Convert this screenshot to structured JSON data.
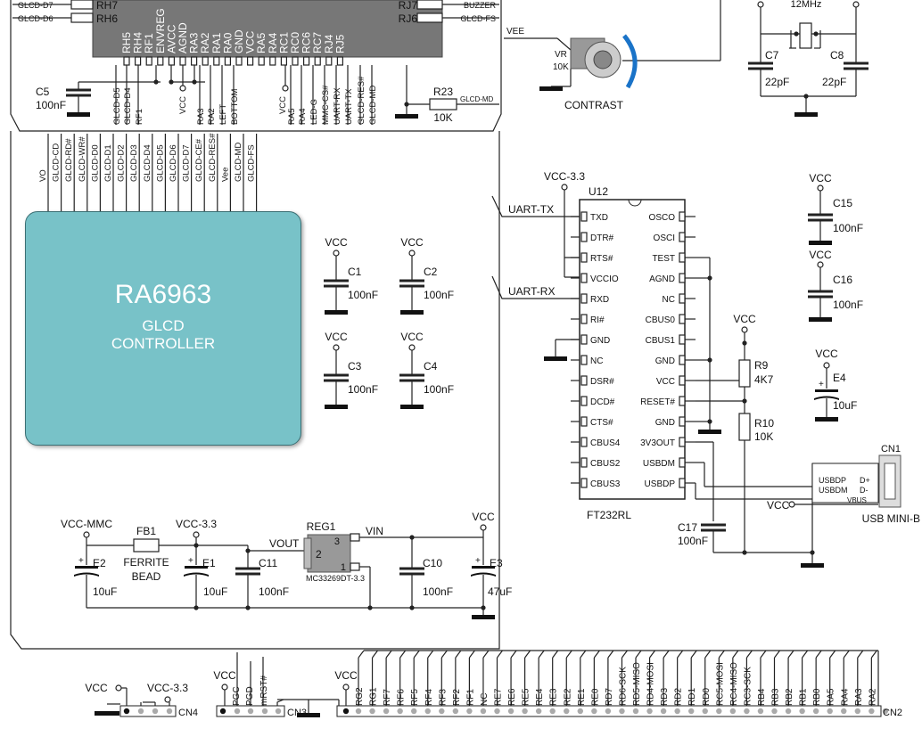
{
  "mcu": {
    "left_pins": [
      "RH7",
      "RH6"
    ],
    "left_nets": [
      "GLCD-D7",
      "GLCD-D6"
    ],
    "right_pins": [
      "RJ7",
      "RJ6"
    ],
    "right_nets": [
      "BUZZER",
      "GLCD-FS"
    ],
    "top_pins": [
      "RH5",
      "RH4",
      "RF1",
      "ENVREG",
      "AVCC",
      "AGND",
      "RA3",
      "RA2",
      "RA1",
      "RA0",
      "GND",
      "VCC",
      "RA5",
      "RA4",
      "RC1",
      "RC0",
      "RC6",
      "RC7",
      "RJ4",
      "RJ5"
    ],
    "bottom_labels": [
      "GLCD-D5",
      "GLCD-D4",
      "RF1",
      "VCC",
      "RA3",
      "RA2",
      "LEFT",
      "BOTTOM",
      "VCC",
      "RA5",
      "RA4",
      "LED-G",
      "MMC-CS#",
      "UART-RX",
      "UART-TX",
      "GLCD-RES#",
      "GLCD-MD"
    ]
  },
  "c5": {
    "name": "C5",
    "value": "100nF"
  },
  "r23": {
    "name": "R23",
    "value": "10K",
    "net": "GLCD-MD"
  },
  "glcd_pins": [
    "VO",
    "GLCD-CD",
    "GLCD-RD#",
    "GLCD-WR#",
    "GLCD-D0",
    "GLCD-D1",
    "GLCD-D2",
    "GLCD-D3",
    "GLCD-D4",
    "GLCD-D5",
    "GLCD-D6",
    "GLCD-D7",
    "GLCD-CE#",
    "GLCD-RES#",
    "Vee",
    "GLCD-MD",
    "GLCD-FS"
  ],
  "controller": {
    "title": "RA6963",
    "subtitle1": "GLCD",
    "subtitle2": "CONTROLLER"
  },
  "caps_mid": [
    {
      "supply": "VCC",
      "name": "C1",
      "value": "100nF"
    },
    {
      "supply": "VCC",
      "name": "C2",
      "value": "100nF"
    },
    {
      "supply": "VCC",
      "name": "C3",
      "value": "100nF"
    },
    {
      "supply": "VCC",
      "name": "C4",
      "value": "100nF"
    }
  ],
  "contrast": {
    "net": "VEE",
    "pot": "VR",
    "value": "10K",
    "label": "CONTRAST"
  },
  "crystal": {
    "freq": "12MHz",
    "c7": "C7",
    "c7_value": "22pF",
    "c8": "C8",
    "c8_value": "22pF"
  },
  "ft232": {
    "ref": "U12",
    "part": "FT232RL",
    "supply": "VCC-3.3",
    "left_pins": [
      "TXD",
      "DTR#",
      "RTS#",
      "VCCIO",
      "RXD",
      "RI#",
      "GND",
      "NC",
      "DSR#",
      "DCD#",
      "CTS#",
      "CBUS4",
      "CBUS2",
      "CBUS3"
    ],
    "right_pins": [
      "OSCO",
      "OSCI",
      "TEST",
      "AGND",
      "NC",
      "CBUS0",
      "CBUS1",
      "GND",
      "VCC",
      "RESET#",
      "GND",
      "3V3OUT",
      "USBDM",
      "USBDP"
    ],
    "uart_tx": "UART-TX",
    "uart_rx": "UART-RX"
  },
  "usb_side": {
    "c15": {
      "supply": "VCC",
      "name": "C15",
      "value": "100nF"
    },
    "c16": {
      "supply": "VCC",
      "name": "C16",
      "value": "100nF"
    },
    "e4": {
      "supply": "VCC",
      "name": "E4",
      "value": "10uF"
    },
    "r9": {
      "supply": "VCC",
      "name": "R9",
      "value": "4K7"
    },
    "r10": {
      "name": "R10",
      "value": "10K"
    },
    "c17": {
      "name": "C17",
      "value": "100nF"
    },
    "cn1": {
      "name": "CN1",
      "label": "USB MINI-B",
      "pins": [
        "D+",
        "D-",
        "VBUS"
      ],
      "nets": [
        "USBDP",
        "USBDM"
      ],
      "vcc": "VCC"
    }
  },
  "power": {
    "vcc_mmc": "VCC-MMC",
    "vcc33": "VCC-3.3",
    "vcc": "VCC",
    "e2": {
      "name": "E2",
      "value": "10uF"
    },
    "fb1": {
      "name": "FB1",
      "line1": "FERRITE",
      "line2": "BEAD"
    },
    "e1": {
      "name": "E1",
      "value": "10uF"
    },
    "c11": {
      "name": "C11",
      "value": "100nF"
    },
    "reg": {
      "name": "REG1",
      "part": "MC33269DT-3.3",
      "vout": "VOUT",
      "vin": "VIN",
      "p1": "1",
      "p2": "2",
      "p3": "3"
    },
    "c10": {
      "name": "C10",
      "value": "100nF"
    },
    "e3": {
      "name": "E3",
      "value": "47uF"
    }
  },
  "cn4": {
    "name": "CN4",
    "vcc": "VCC",
    "vcc33": "VCC-3.3"
  },
  "cn3": {
    "name": "CN3",
    "vcc": "VCC",
    "pins": [
      "PGC",
      "PGD",
      "mRST#"
    ]
  },
  "cn2": {
    "name": "CN2",
    "vcc": "VCC",
    "pins": [
      "RG2",
      "RG1",
      "RF7",
      "RF6",
      "RF5",
      "RF4",
      "RF3",
      "RF2",
      "RF1",
      "NC",
      "RE7",
      "RE6",
      "RE5",
      "RE4",
      "RE3",
      "RE2",
      "RE1",
      "RE0",
      "RD7",
      "RD6-SCK",
      "RD5-MISO",
      "RD4-MOSI",
      "RD3",
      "RD2",
      "RD1",
      "RD0",
      "RC5-MOSI",
      "RC4-MISO",
      "RC3-SCK",
      "RB4",
      "RB3",
      "RB2",
      "RB1",
      "RB0",
      "RA5",
      "RA4",
      "RA3",
      "RA2"
    ]
  }
}
